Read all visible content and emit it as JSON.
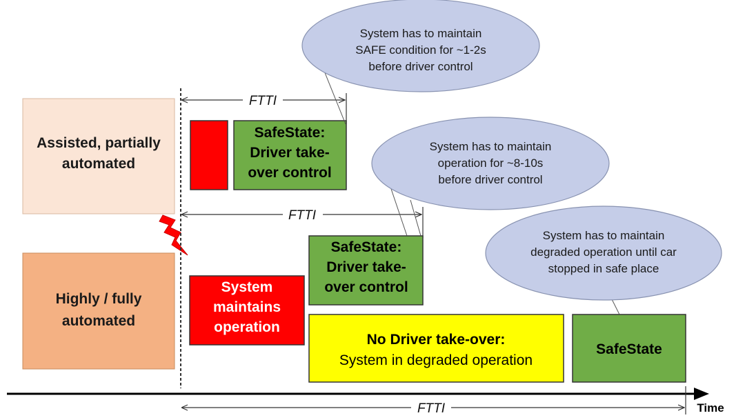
{
  "levels": {
    "assisted": "Assisted, partially\nautomated",
    "highly": "Highly / fully\nautomated"
  },
  "boxes": {
    "top_safestate": "SafeState:\nDriver take-\nover control",
    "mid_safestate": "SafeState:\nDriver take-\nover control",
    "system_maintains": "System\nmaintains\noperation",
    "no_driver_title": "No Driver take-over:",
    "no_driver_sub": "System in degraded operation",
    "final_safestate": "SafeState"
  },
  "callouts": {
    "c1": "System has to maintain\nSAFE condition for ~1-2s\nbefore driver control",
    "c2": "System has to maintain\noperation for ~8-10s\nbefore driver control",
    "c3": "System has to maintain\ndegraded operation until car\nstopped in safe place"
  },
  "ftti": {
    "top": "FTTI",
    "mid": "FTTI",
    "bottom": "FTTI"
  },
  "axis": {
    "label": "Time"
  },
  "colors": {
    "assisted_fill": "#fbe5d6",
    "highly_fill": "#f4b183",
    "red": "#ff0000",
    "green": "#70ad47",
    "yellow": "#ffff00",
    "callout_fill": "#c5cde8"
  }
}
